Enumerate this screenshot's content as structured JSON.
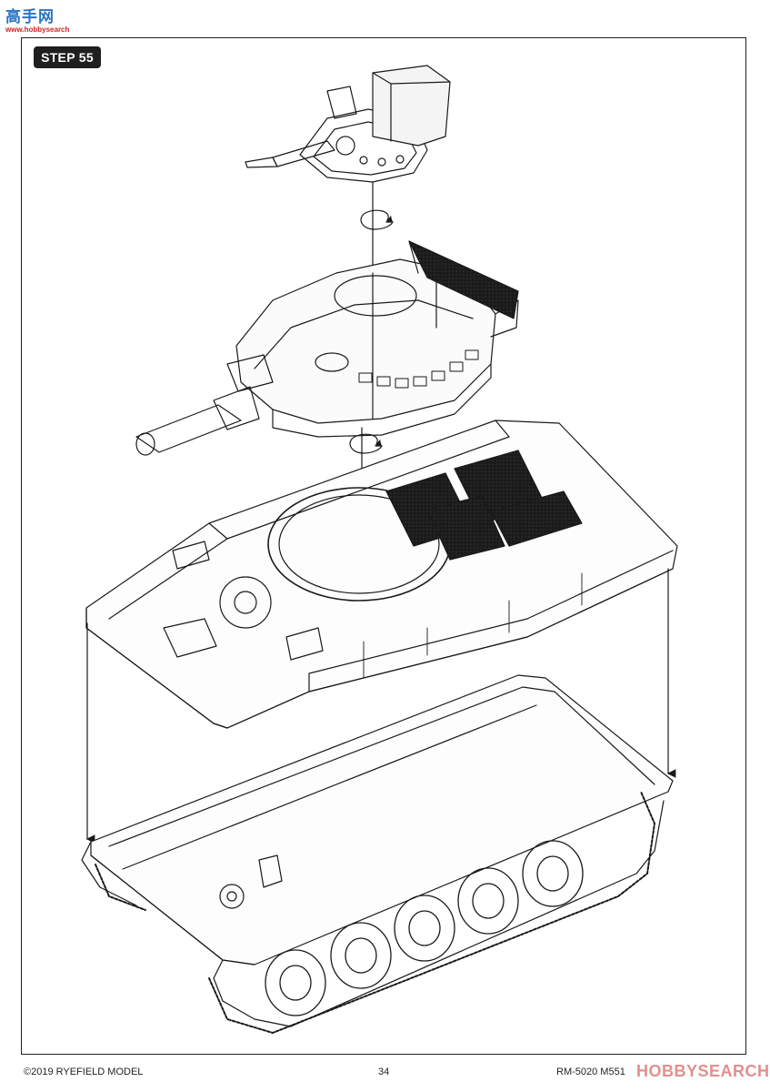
{
  "watermark": {
    "cn": "高手网",
    "en": "www.hobbysearch"
  },
  "step": {
    "label": "STEP 55"
  },
  "footer": {
    "copyright": "©2019 RYEFIELD MODEL",
    "page": "34",
    "product": "RM-5020 M551",
    "watermark_search": "HOBBYSEARCH"
  },
  "parts": [
    "commander-cupola",
    "turret",
    "upper-hull",
    "lower-hull-with-tracks"
  ],
  "icons": [
    "rotate-arrow-icon",
    "rotate-arrow-icon"
  ]
}
